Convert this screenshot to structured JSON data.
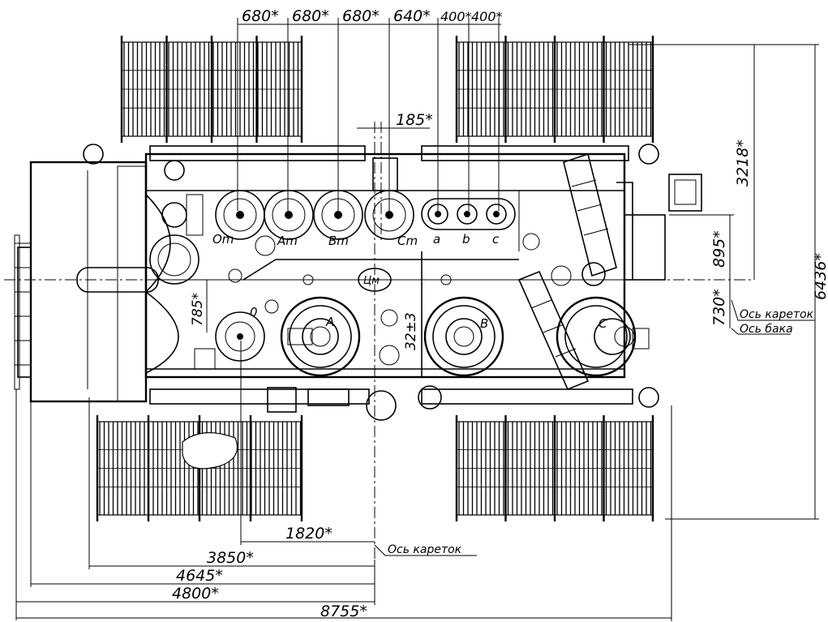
{
  "dimensions": {
    "top": [
      "680*",
      "680*",
      "680*",
      "640*",
      "400*",
      "400*"
    ],
    "d185": "185*",
    "d3218": "3218*",
    "d895": "895*",
    "d730": "730*",
    "d6436": "6436*",
    "d785": "785*",
    "d32": "32±3",
    "d1820": "1820*",
    "d3850": "3850*",
    "d4645": "4645*",
    "d4800": "4800*",
    "d8755": "8755*"
  },
  "labels": {
    "bushings": [
      "Om",
      "Am",
      "Bm",
      "Cm",
      "a",
      "b",
      "c"
    ],
    "zero": "0",
    "zm": "Цм",
    "phases": [
      "A",
      "B",
      "C"
    ]
  },
  "axes": {
    "carriage_right": "Ось кареток",
    "tank": "Ось бака",
    "carriage_bottom": "Ось кареток"
  }
}
